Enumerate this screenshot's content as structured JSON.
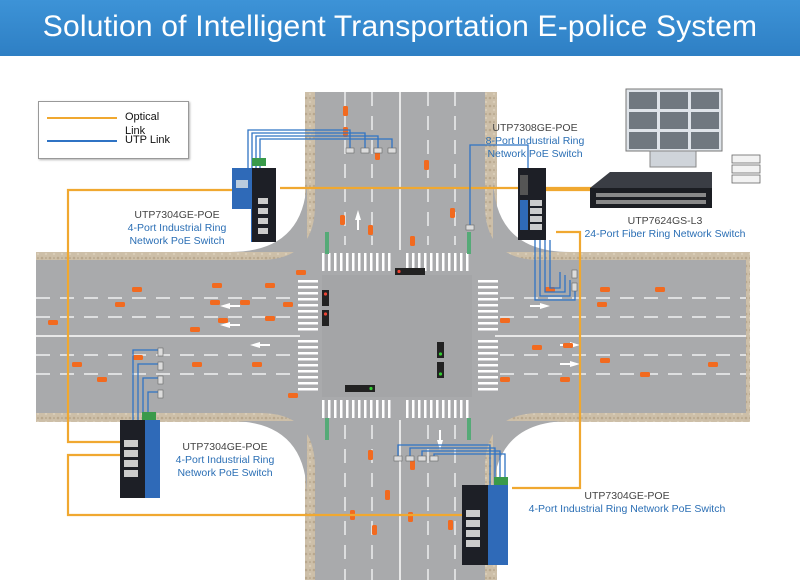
{
  "title": "Solution of Intelligent Transportation E-police System",
  "colors": {
    "header_bg": "#2e7fc4",
    "optical_link": "#f0a830",
    "utp_link": "#2f73c4",
    "road": "#a9aaac",
    "sidewalk": "#c8b9a2",
    "device_blue": "#2f6ab8"
  },
  "legend": {
    "items": [
      {
        "label": "Optical Link",
        "color": "#f0a830"
      },
      {
        "label": "UTP  Link",
        "color": "#2f73c4"
      }
    ]
  },
  "devices": {
    "switch_top_left": {
      "model": "UTP7304GE-POE",
      "desc_line1": "4-Port Industrial Ring",
      "desc_line2": "Network PoE Switch"
    },
    "switch_top_right": {
      "model": "UTP7308GE-POE",
      "desc_line1": "8-Port Industrial Ring",
      "desc_line2": "Network PoE Switch"
    },
    "core_switch": {
      "model": "UTP7624GS-L3",
      "desc_line1": "24-Port Fiber Ring Network Switch"
    },
    "switch_bottom_left": {
      "model": "UTP7304GE-POE",
      "desc_line1": "4-Port Industrial Ring",
      "desc_line2": "Network PoE Switch"
    },
    "switch_bottom_right": {
      "model": "UTP7304GE-POE",
      "desc_line1": "4-Port Industrial Ring Network PoE Switch"
    }
  }
}
